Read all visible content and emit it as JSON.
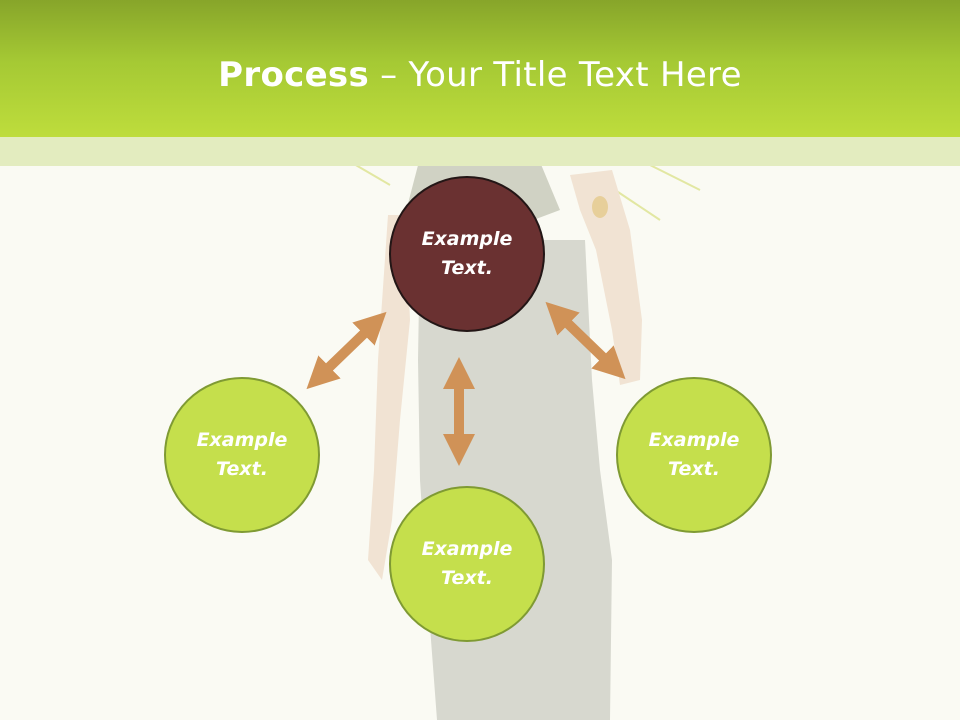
{
  "slide": {
    "title_bold": "Process",
    "title_rest": " – Your Title Text Here"
  },
  "diagram": {
    "nodes": [
      {
        "id": "top",
        "label": "Example Text.",
        "color": "#6a3131"
      },
      {
        "id": "left",
        "label": "Example Text.",
        "color": "#c5df4c"
      },
      {
        "id": "bottom",
        "label": "Example Text.",
        "color": "#c5df4c"
      },
      {
        "id": "right",
        "label": "Example Text.",
        "color": "#c5df4c"
      }
    ],
    "connectors": [
      {
        "from": "top",
        "to": "left",
        "style": "double-arrow"
      },
      {
        "from": "top",
        "to": "bottom",
        "style": "double-arrow"
      },
      {
        "from": "top",
        "to": "right",
        "style": "double-arrow"
      }
    ],
    "arrow_color": "#d09257"
  },
  "background": {
    "image": "woman-with-umbrella-photo"
  }
}
